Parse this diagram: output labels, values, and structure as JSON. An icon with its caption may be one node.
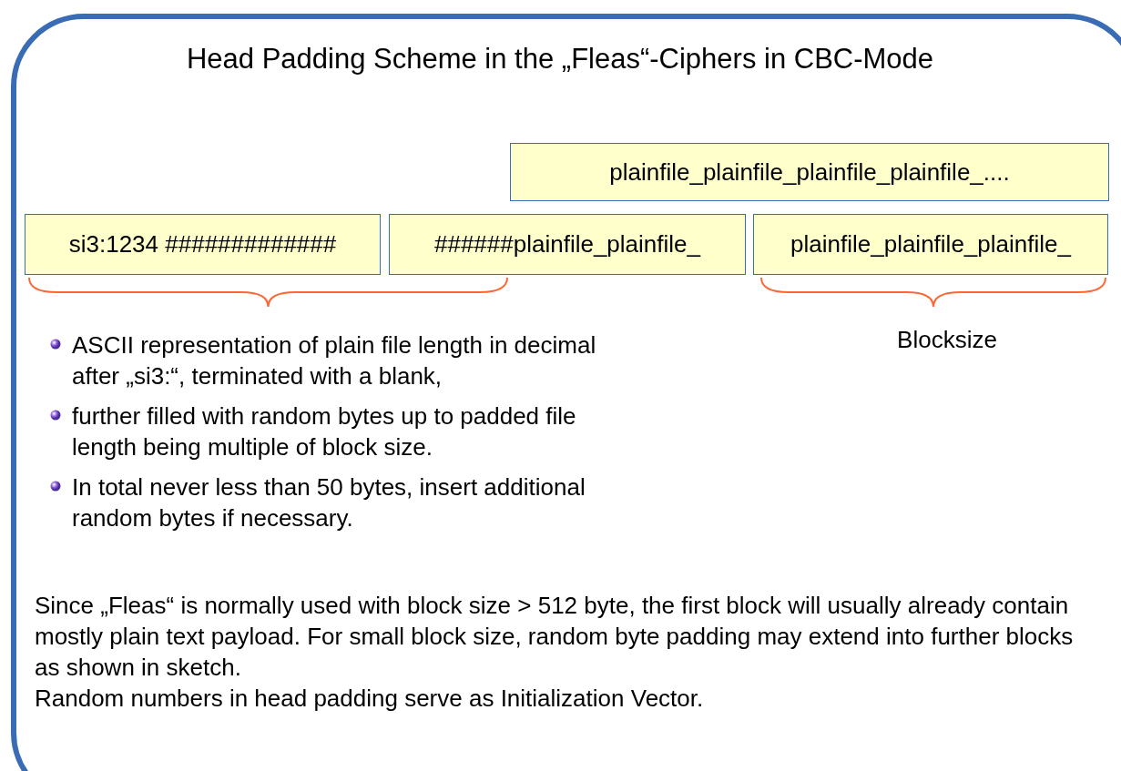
{
  "diagram": {
    "title": "Head Padding Scheme in the „Fleas“-Ciphers in CBC-Mode",
    "nodes": [
      {
        "text": [
          "plainfile_plainfile_plainfile_plainfile_...."
        ]
      },
      {
        "text": [
          "si3:1234 #############"
        ]
      },
      {
        "text": [
          "######plainfile_plainfile_"
        ]
      },
      {
        "text": [
          "plainfile_plainfile_plainfile_"
        ]
      }
    ],
    "edges": [],
    "labels": [
      "Blocksize",
      "ASCII representation of plain file length in decimal after „si3:“, terminated with a blank,",
      "further filled with random bytes up to padded file length being multiple of block size.",
      "In total never less than 50 bytes, insert additional random bytes if necessary.",
      "Since „Fleas“ is normally used with block size > 512 byte, the first block will usually already contain mostly plain text payload. For small block size, random byte padding may extend into further blocks as shown in sketch.",
      "Random numbers in head padding serve as Initialization Vector."
    ]
  }
}
